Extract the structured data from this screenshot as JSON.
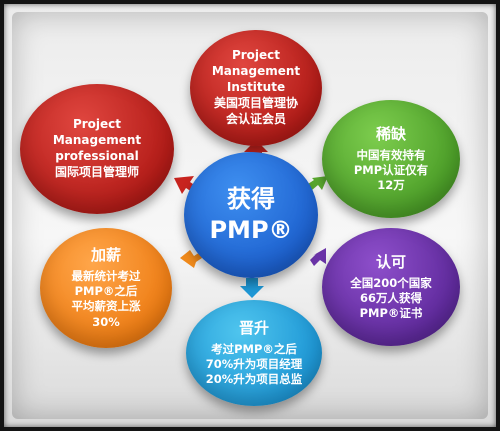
{
  "center": {
    "line1": "获得",
    "line2": "PMP®"
  },
  "top": {
    "lines": [
      "Project",
      "Management",
      "Institute",
      "美国项目管理协",
      "会认证会员"
    ]
  },
  "top_left": {
    "lines": [
      "Project",
      "Management",
      "professional",
      "国际项目管理师"
    ]
  },
  "right_upper": {
    "title": "稀缺",
    "lines": [
      "中国有效持有",
      "PMP认证仅有",
      "12万"
    ]
  },
  "right_lower": {
    "title": "认可",
    "lines": [
      "全国200个国家",
      "66万人获得",
      "PMP®证书"
    ]
  },
  "left_lower": {
    "title": "加薪",
    "lines": [
      "最新统计考过",
      "PMP®之后",
      "平均薪资上涨",
      "30%"
    ]
  },
  "bottom": {
    "title": "晋升",
    "lines": [
      "考过PMP®之后",
      "70%升为项目经理",
      "20%升为项目总监"
    ]
  },
  "colors": {
    "red": "#b31c18",
    "blue": "#1d61cf",
    "green": "#4c9e28",
    "purple": "#5f2a9c",
    "orange": "#ee7d14",
    "cyan": "#1f98d6"
  }
}
